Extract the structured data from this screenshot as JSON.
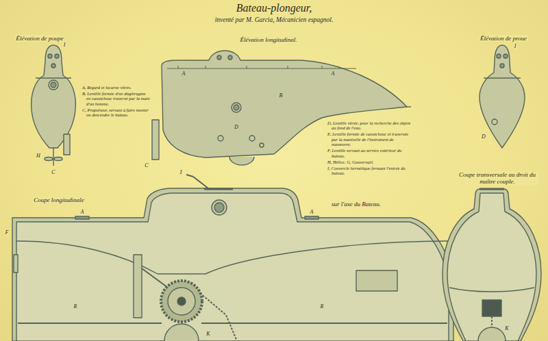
{
  "diagram": {
    "title": "Bateau-plongeur,",
    "labels": [
      "inventé par M. Garcia, Mécanicien espagnol.",
      "Élévation de poupe",
      "Élévation longitudinal.",
      "Élévation de proue",
      "A, Regard et lucarne vitrés.",
      "B, Lentille formée d'un diaphragme en caoutchouc traversé par la main d'un homme.",
      "C, Propulseur, servant à faire monter ou descendre le bateau.",
      "D, Lentille vitrée, pour la recherche des objets au fond de l'eau.",
      "E, Lentille formée de caoutchouc et traversée par la manivelle de l'instrument de manœuvre.",
      "F, Lentille servant au service extérieur du bateau.",
      "H, Hélice. G, Gouvernail.",
      "I, Couvercle hermétique fermant l'entrée du bateau.",
      "Coupe longitudinale",
      "sur l'axe du Bateau.",
      "Coupe transversale au droit du maître couple.",
      "I",
      "H",
      "C",
      "A",
      "A",
      "B",
      "C",
      "D",
      "I",
      "D",
      "A",
      "A",
      "I",
      "F",
      "R",
      "R",
      "K",
      "K"
    ]
  }
}
